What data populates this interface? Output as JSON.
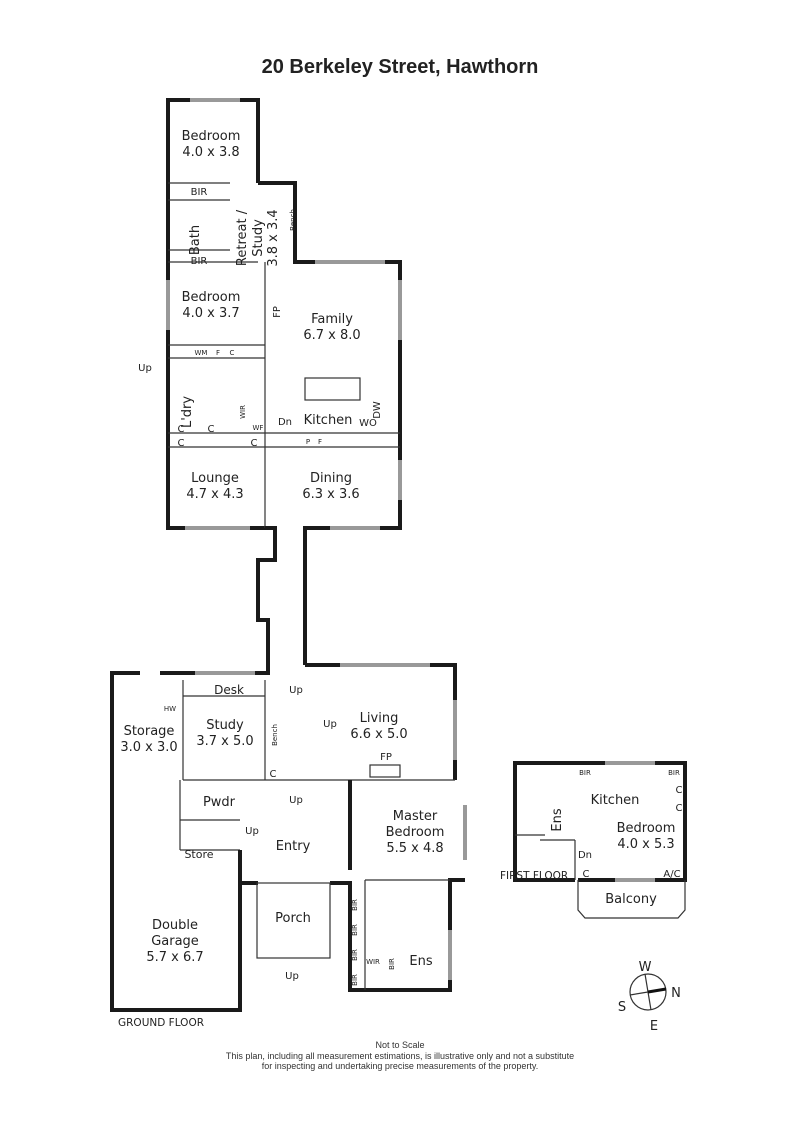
{
  "title": "20 Berkeley Street, Hawthorn",
  "ground_floor": {
    "label": "GROUND FLOOR",
    "rooms": {
      "bedroom1": {
        "name": "Bedroom",
        "size": "4.0 x 3.8"
      },
      "retreat": {
        "name": "Retreat /",
        "name2": "Study",
        "size": "3.8 x 3.4"
      },
      "bedroom2": {
        "name": "Bedroom",
        "size": "4.0 x 3.7"
      },
      "family": {
        "name": "Family",
        "size": "6.7 x 8.0"
      },
      "lounge": {
        "name": "Lounge",
        "size": "4.7 x 4.3"
      },
      "dining": {
        "name": "Dining",
        "size": "6.3 x 3.6"
      },
      "storage": {
        "name": "Storage",
        "size": "3.0 x 3.0"
      },
      "study": {
        "name": "Study",
        "size": "3.7 x 5.0"
      },
      "living": {
        "name": "Living",
        "size": "6.6 x 5.0"
      },
      "master": {
        "name": "Master",
        "name2": "Bedroom",
        "size": "5.5 x 4.8"
      },
      "garage": {
        "name": "Double",
        "name2": "Garage",
        "size": "5.7 x 6.7"
      },
      "entry": {
        "name": "Entry"
      },
      "porch": {
        "name": "Porch"
      },
      "kitchen": {
        "name": "Kitchen"
      },
      "bath": {
        "name": "Bath"
      },
      "laundry": {
        "name": "L'dry"
      },
      "powder": {
        "name": "Pwdr"
      },
      "store": {
        "name": "Store"
      },
      "desk": {
        "name": "Desk"
      },
      "ensuite": {
        "name": "Ens"
      },
      "wir": {
        "name": "WIR"
      }
    },
    "fixtures": {
      "bir": "BIR",
      "bench": "Bench",
      "fp": "FP",
      "wm": "WM",
      "f": "F",
      "c": "C",
      "up": "Up",
      "dn": "Dn",
      "dw": "DW",
      "wo": "WO",
      "wf": "WF",
      "p": "P",
      "hw": "HW",
      "wir": "WIR"
    }
  },
  "first_floor": {
    "label": "FIRST FLOOR",
    "rooms": {
      "kitchen": {
        "name": "Kitchen"
      },
      "bedroom": {
        "name": "Bedroom",
        "size": "4.0 x 5.3"
      },
      "ensuite": {
        "name": "Ens"
      },
      "balcony": {
        "name": "Balcony"
      }
    },
    "fixtures": {
      "bir": "BIR",
      "c": "C",
      "ac": "A/C",
      "dn": "Dn"
    }
  },
  "compass": {
    "n": "N",
    "s": "S",
    "e": "E",
    "w": "W"
  },
  "footer": {
    "line1": "Not to Scale",
    "line2": "This plan, including all measurement estimations, is illustrative only and not a substitute",
    "line3": "for inspecting and undertaking precise measurements of the property."
  }
}
